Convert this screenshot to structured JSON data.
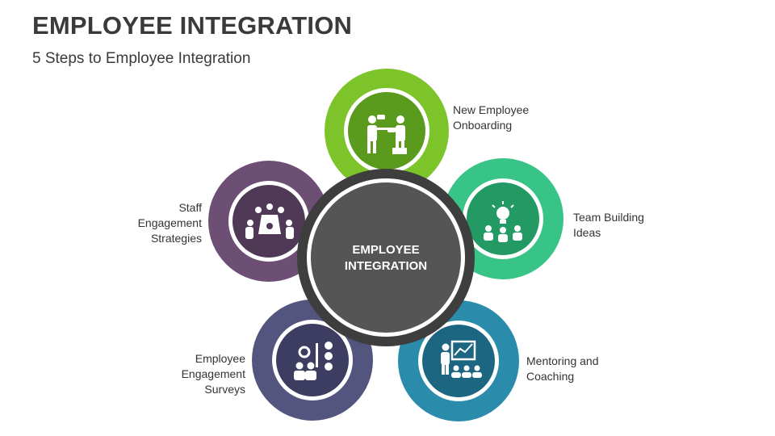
{
  "header": {
    "title": "EMPLOYEE INTEGRATION",
    "subtitle": "5 Steps to Employee Integration"
  },
  "center": {
    "line1": "EMPLOYEE",
    "line2": "INTEGRATION",
    "color": "#555555"
  },
  "steps": [
    {
      "label": "New Employee\nOnboarding",
      "icon": "onboarding-handshake-icon",
      "outer": "#7dc42b",
      "inner": "#5a9a1c"
    },
    {
      "label": "Team Building\nIdeas",
      "icon": "team-idea-bulb-icon",
      "outer": "#37c486",
      "inner": "#239a64"
    },
    {
      "label": "Mentoring and\nCoaching",
      "icon": "presentation-board-icon",
      "outer": "#2a8bab",
      "inner": "#1d6682"
    },
    {
      "label": "Employee\nEngagement\nSurveys",
      "icon": "survey-feedback-icon",
      "outer": "#54557e",
      "inner": "#3c3d61"
    },
    {
      "label": "Staff\nEngagement\nStrategies",
      "icon": "meeting-table-icon",
      "outer": "#6d4e74",
      "inner": "#4f3956"
    }
  ]
}
